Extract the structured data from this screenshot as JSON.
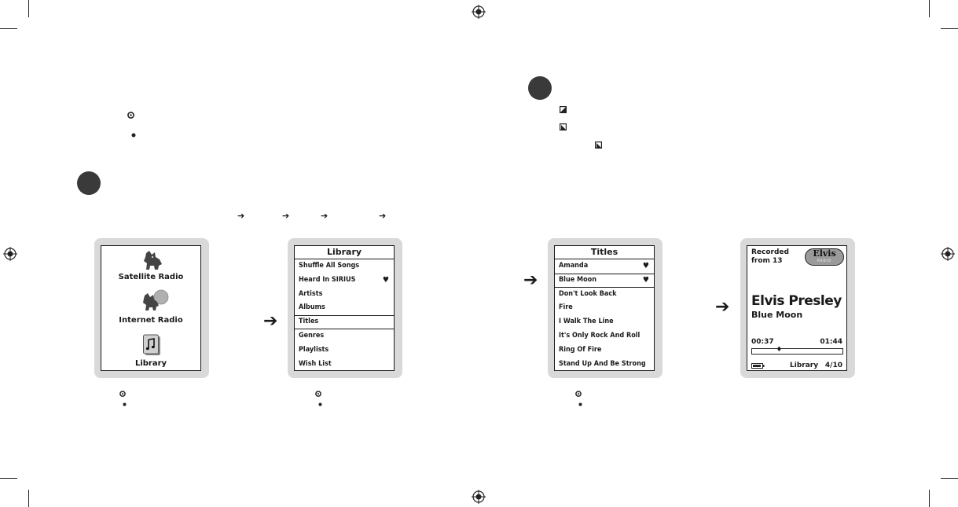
{
  "arrows": {
    "small": "➔",
    "big": "➔"
  },
  "screen_library_menu": {
    "items": [
      {
        "label": "Satellite Radio",
        "icon": "dog-icon"
      },
      {
        "label": "Internet Radio",
        "icon": "dog-globe-icon"
      },
      {
        "label": "Library",
        "icon": "music-note-icon"
      }
    ]
  },
  "screen_library_list": {
    "title": "Library",
    "rows": [
      {
        "label": "Shuffle All Songs",
        "heart": ""
      },
      {
        "label": "Heard In SIRIUS",
        "heart": "♥"
      },
      {
        "label": "Artists",
        "heart": ""
      },
      {
        "label": "Albums",
        "heart": ""
      },
      {
        "label": "Titles",
        "heart": ""
      },
      {
        "label": "Genres",
        "heart": ""
      },
      {
        "label": "Playlists",
        "heart": ""
      },
      {
        "label": "Wish List",
        "heart": ""
      }
    ],
    "selected_index": 4
  },
  "screen_titles_list": {
    "title": "Titles",
    "rows": [
      {
        "label": "Amanda",
        "heart": "♥"
      },
      {
        "label": "Blue Moon",
        "heart": "♥"
      },
      {
        "label": "Don't Look Back",
        "heart": ""
      },
      {
        "label": "Fire",
        "heart": ""
      },
      {
        "label": "I Walk The Line",
        "heart": ""
      },
      {
        "label": "It's Only Rock And Roll",
        "heart": ""
      },
      {
        "label": "Ring Of Fire",
        "heart": ""
      },
      {
        "label": "Stand Up And Be Strong",
        "heart": ""
      }
    ],
    "selected_index": 1
  },
  "screen_now_playing": {
    "recorded_line1": "Recorded",
    "recorded_line2": "from 13",
    "channel_logo": "Elvis",
    "channel_logo_sub": "RADIO",
    "artist": "Elvis Presley",
    "song": "Blue Moon",
    "elapsed": "00:37",
    "total": "01:44",
    "progress": 0.29,
    "source": "Library",
    "track_pos": "4/10"
  }
}
